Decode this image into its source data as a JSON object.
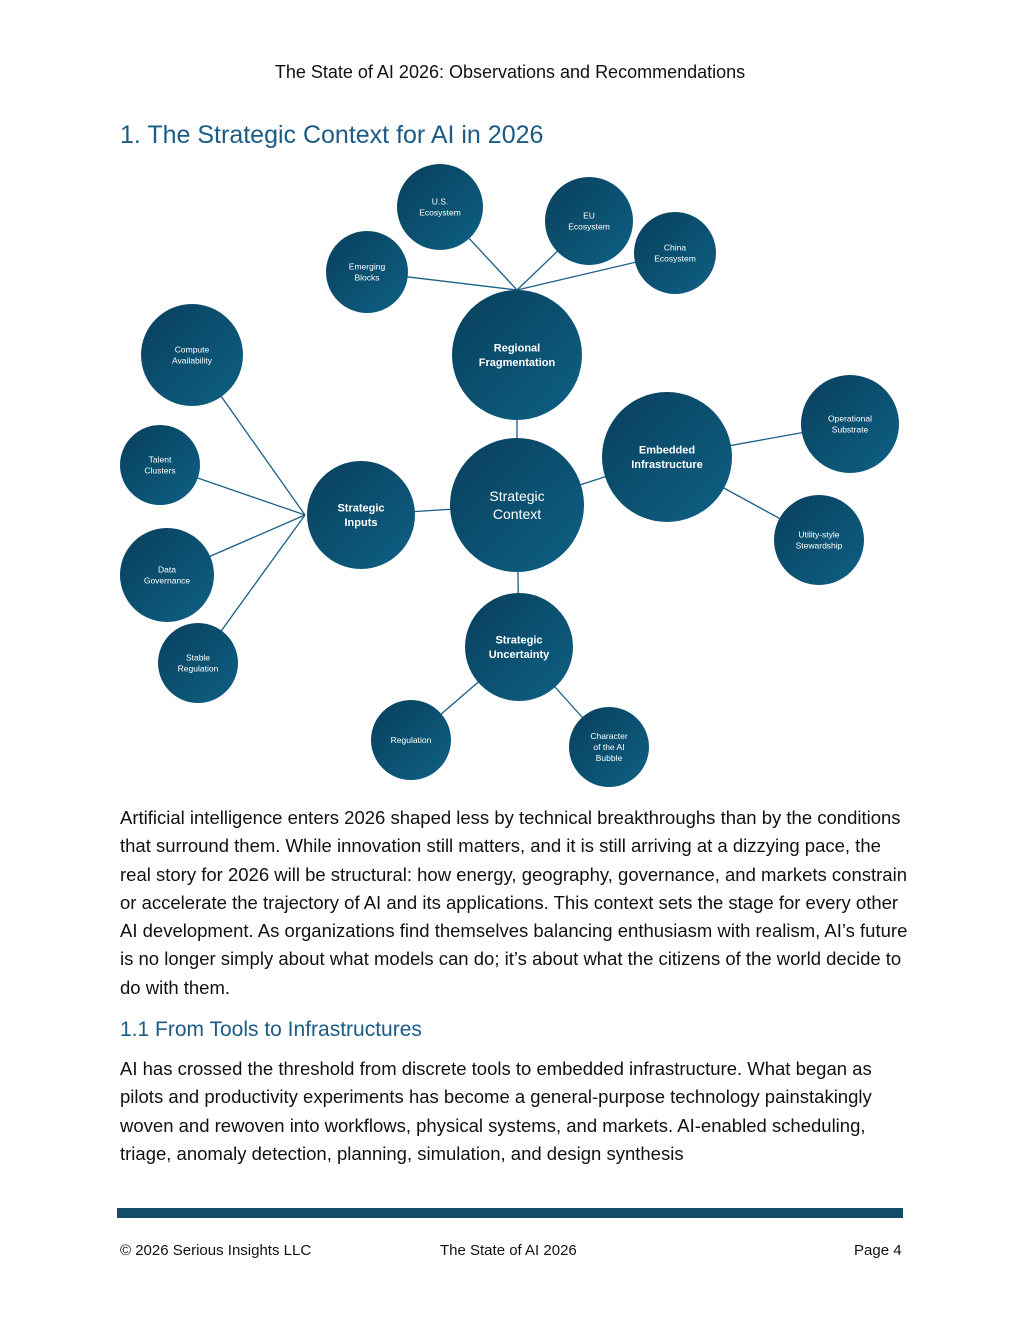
{
  "header": {
    "running_title": "The State of AI 2026: Observations and Recommendations"
  },
  "section": {
    "title": "1. The Strategic Context for AI in 2026"
  },
  "diagram": {
    "nodes": [
      {
        "id": "context",
        "lines": [
          "Strategic",
          "Context"
        ],
        "level": "center"
      },
      {
        "id": "regional",
        "lines": [
          "Regional",
          "Fragmentation"
        ],
        "level": "hub"
      },
      {
        "id": "inputs",
        "lines": [
          "Strategic",
          "Inputs"
        ],
        "level": "hub"
      },
      {
        "id": "embedded",
        "lines": [
          "Embedded",
          "Infrastructure"
        ],
        "level": "hub"
      },
      {
        "id": "uncertainty",
        "lines": [
          "Strategic",
          "Uncertainty"
        ],
        "level": "hub"
      },
      {
        "id": "us",
        "lines": [
          "U.S.",
          "Ecosystem"
        ],
        "level": "leaf"
      },
      {
        "id": "eu",
        "lines": [
          "EU",
          "Ecosystem"
        ],
        "level": "leaf"
      },
      {
        "id": "china",
        "lines": [
          "China",
          "Ecosystem"
        ],
        "level": "leaf"
      },
      {
        "id": "emerging",
        "lines": [
          "Emerging",
          "Blocks"
        ],
        "level": "leaf"
      },
      {
        "id": "compute",
        "lines": [
          "Compute",
          "Availability"
        ],
        "level": "leaf"
      },
      {
        "id": "talent",
        "lines": [
          "Talent",
          "Clusters"
        ],
        "level": "leaf"
      },
      {
        "id": "datagov",
        "lines": [
          "Data",
          "Governance"
        ],
        "level": "leaf"
      },
      {
        "id": "stable",
        "lines": [
          "Stable",
          "Regulation"
        ],
        "level": "leaf"
      },
      {
        "id": "operational",
        "lines": [
          "Operational",
          "Substrate"
        ],
        "level": "leaf"
      },
      {
        "id": "utility",
        "lines": [
          "Utility-style",
          "Stewardship"
        ],
        "level": "leaf"
      },
      {
        "id": "regulation",
        "lines": [
          "Regulation"
        ],
        "level": "leaf"
      },
      {
        "id": "bubble",
        "lines": [
          "Character",
          "of the AI",
          "Bubble"
        ],
        "level": "leaf"
      }
    ],
    "edges": [
      [
        "context",
        "regional"
      ],
      [
        "context",
        "inputs"
      ],
      [
        "context",
        "embedded"
      ],
      [
        "context",
        "uncertainty"
      ],
      [
        "regional",
        "us"
      ],
      [
        "regional",
        "eu"
      ],
      [
        "regional",
        "china"
      ],
      [
        "regional",
        "emerging"
      ],
      [
        "inputs",
        "compute"
      ],
      [
        "inputs",
        "talent"
      ],
      [
        "inputs",
        "datagov"
      ],
      [
        "inputs",
        "stable"
      ],
      [
        "embedded",
        "operational"
      ],
      [
        "embedded",
        "utility"
      ],
      [
        "uncertainty",
        "regulation"
      ],
      [
        "uncertainty",
        "bubble"
      ]
    ],
    "colors": {
      "dark": "#093f5c",
      "light": "#0e6185",
      "edge": "#1a5f85"
    }
  },
  "body": {
    "paragraph1": "Artificial intelligence enters 2026 shaped less by technical breakthroughs than by the conditions that surround them. While innovation still matters, and it is still arriving at a dizzying pace, the real story for 2026 will be structural: how energy, geography, governance, and markets constrain or accelerate the trajectory of AI and its applications. This context sets the stage for every other AI development. As organizations find themselves balancing enthusiasm with realism, AI’s future is no longer simply about what models can do; it’s about what the citizens of the world decide to do with them.",
    "subsection_title": "1.1 From Tools to Infrastructures",
    "paragraph2": "AI has crossed the threshold from discrete tools to embedded infrastructure. What began as pilots and productivity experiments has become a general-purpose technology painstakingly woven and rewoven into workflows, physical systems, and markets. AI-enabled scheduling, triage, anomaly detection, planning, simulation, and design synthesis"
  },
  "footer": {
    "copyright": "© 2026 Serious Insights LLC",
    "title": "The State of AI 2026",
    "page": "Page 4"
  }
}
